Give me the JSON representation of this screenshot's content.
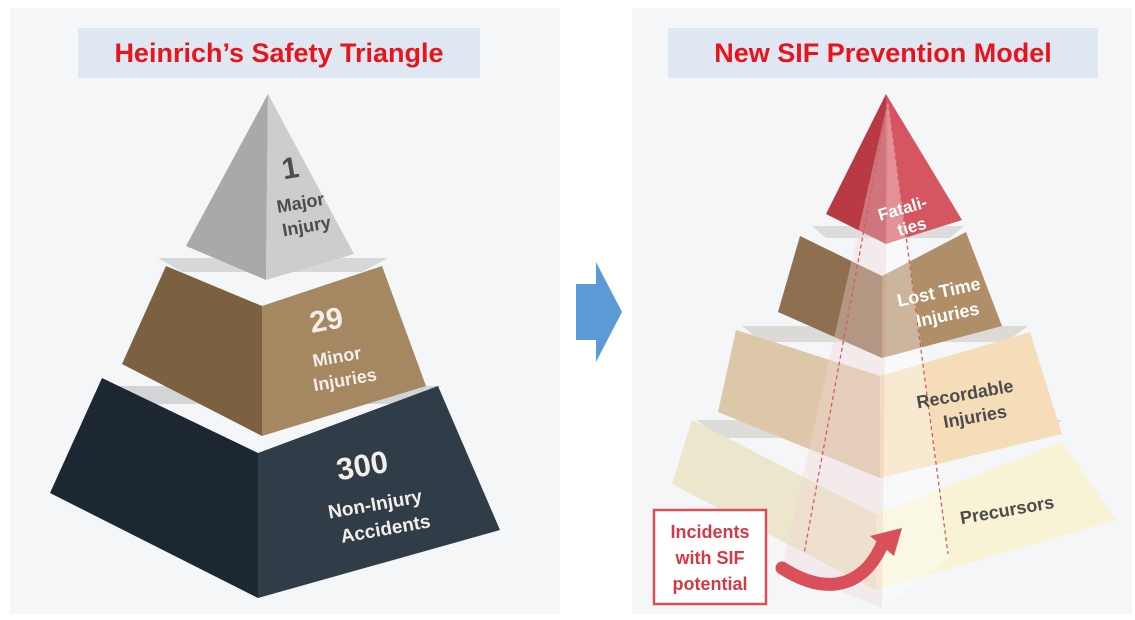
{
  "left_panel": {
    "title": "Heinrich’s Safety Triangle",
    "tiers": [
      {
        "number": "1",
        "line1": "Major",
        "line2": "Injury"
      },
      {
        "number": "29",
        "line1": "Minor",
        "line2": "Injuries"
      },
      {
        "number": "300",
        "line1": "Non-Injury",
        "line2": "Accidents"
      }
    ]
  },
  "right_panel": {
    "title": "New SIF Prevention Model",
    "tiers": [
      {
        "line1": "Fatali-",
        "line2": "ties"
      },
      {
        "line1": "Lost Time",
        "line2": "Injuries"
      },
      {
        "line1": "Recordable",
        "line2": "Injuries"
      },
      {
        "line1": "Precursors",
        "line2": ""
      }
    ],
    "callout": {
      "line1": "Incidents",
      "line2": "with SIF",
      "line3": "potential"
    }
  },
  "colors": {
    "title_text": "#e8141c",
    "title_bg": "#dfe8f2",
    "arrow": "#5b9bd5",
    "top_tier": "#c9c9c9",
    "mid_tier": "#a0825a",
    "base_tier": "#2d3944",
    "fatalities": "#d04a55",
    "callout_border": "#d9505a"
  },
  "arrow_icon": "right-arrow-icon"
}
